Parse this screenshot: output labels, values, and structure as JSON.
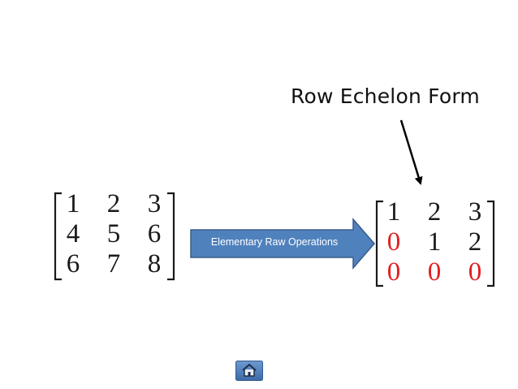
{
  "title": "Row Echelon Form",
  "arrow_label": "Elementary Raw Operations",
  "matrix_left": [
    [
      "1",
      "2",
      "3"
    ],
    [
      "4",
      "5",
      "6"
    ],
    [
      "6",
      "7",
      "8"
    ]
  ],
  "matrix_right": [
    [
      "1",
      "2",
      "3"
    ],
    [
      "0",
      "1",
      "2"
    ],
    [
      "0",
      "0",
      "0"
    ]
  ],
  "colors": {
    "arrow_fill": "#4f81bd",
    "arrow_stroke": "#385d8a",
    "zero_highlight": "#e02020",
    "home_button": "#4a7ab5"
  },
  "icons": {
    "home_button": "home-icon"
  }
}
